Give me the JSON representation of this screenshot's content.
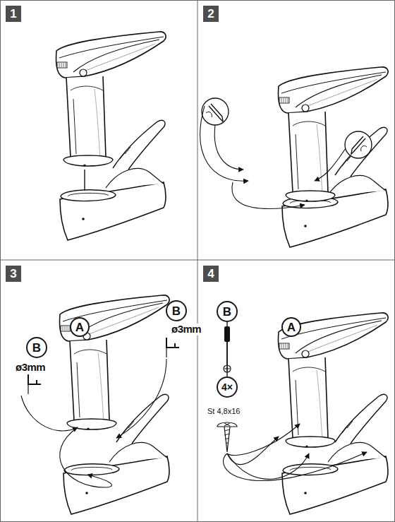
{
  "diagram": {
    "nodes": [
      {
        "text": [
          "1"
        ]
      },
      {
        "text": [
          "2"
        ]
      },
      {
        "text": [
          "3"
        ]
      },
      {
        "text": [
          "A"
        ]
      },
      {
        "text": [
          "B"
        ]
      },
      {
        "text": [
          "B"
        ]
      },
      {
        "text": [
          "4"
        ]
      },
      {
        "text": [
          "B"
        ]
      },
      {
        "text": [
          "4×"
        ]
      },
      {
        "text": [
          "A"
        ]
      }
    ],
    "edges": [
      {
        "from": 7,
        "to": 8,
        "arrow": "none"
      }
    ],
    "labels": [
      "ø3mm",
      "ø3mm",
      "St 4,8x16"
    ]
  }
}
